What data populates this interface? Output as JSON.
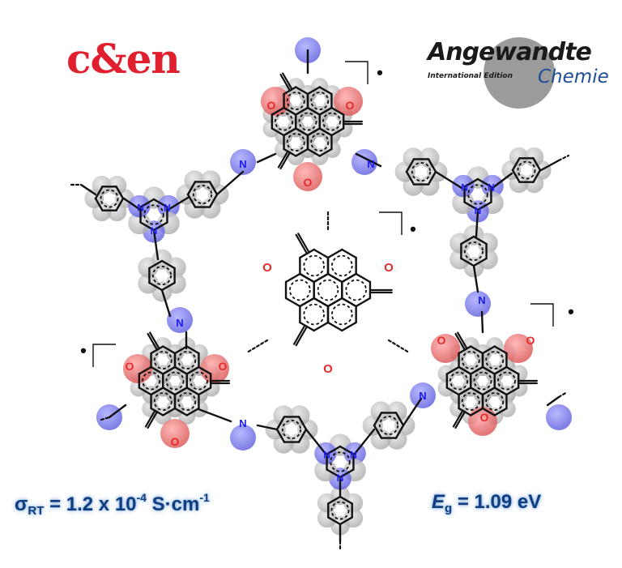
{
  "logos": {
    "cen": "c&en",
    "angewandte": {
      "title": "Angewandte",
      "subtitle": "International Edition",
      "chemie": "Chemie"
    }
  },
  "properties": {
    "conductivity": {
      "symbol": "σ",
      "subscript": "RT",
      "equals": " = 1.2 x 10",
      "exponent": "-4",
      "unit": " S·cm",
      "unit_exponent": "-1"
    },
    "band_gap": {
      "symbol": "E",
      "subscript": "g",
      "value": " = 1.09 eV"
    }
  },
  "structure": {
    "oxygen_label": "O",
    "nitrogen_label": "N",
    "radical_marker": "•",
    "colors": {
      "oxygen": "#e52b2b",
      "nitrogen": "#1a1aee",
      "bond": "#111111",
      "carbon_sphere": "#b9b9b9",
      "nitrogen_sphere": "#7070ee",
      "oxygen_sphere": "#e86a6a"
    }
  }
}
